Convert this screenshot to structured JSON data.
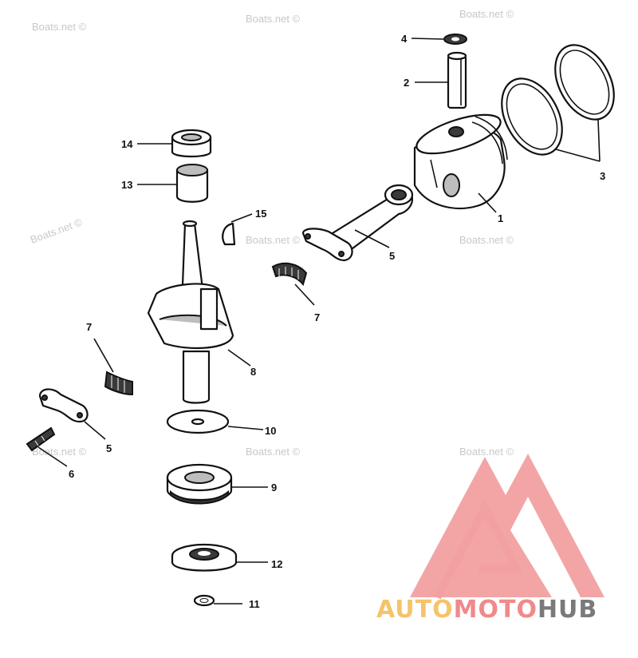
{
  "watermark": "Boats.net ©",
  "callouts": {
    "piston": "1",
    "wrist_pin": "2",
    "piston_rings": "3",
    "pin_retainer": "4",
    "rod_lower": "5",
    "rod_upper": "5",
    "screw": "6",
    "bearing_left": "7",
    "bearing_right": "7",
    "crankshaft": "8",
    "seal_9": "9",
    "washer_10": "10",
    "washer_11": "11",
    "seal_12": "12",
    "bearing_13": "13",
    "seal_14": "14",
    "key_15": "15"
  },
  "logo": {
    "part1": "AUTO",
    "part2": "MOTO",
    "part3": "HUB",
    "color_auto": "#f5c36a",
    "color_moto": "#f08a8a",
    "color_hub": "#7a7a7a",
    "mark_color": "#f2a0a0"
  }
}
